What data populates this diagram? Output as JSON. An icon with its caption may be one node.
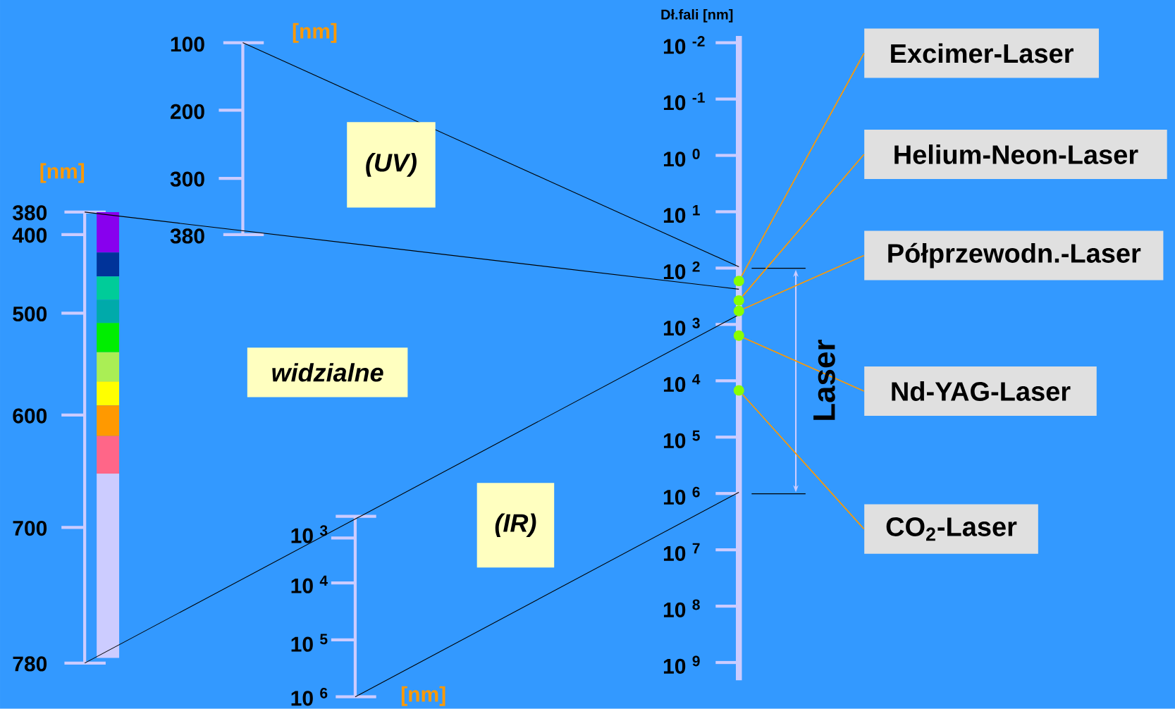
{
  "diagram": {
    "nodes": [
      {
        "text": [
          "(UV)"
        ]
      },
      {
        "text": [
          "widzialne"
        ]
      },
      {
        "text": [
          "(IR)"
        ]
      },
      {
        "text": [
          "Excimer-Laser"
        ]
      },
      {
        "text": [
          "Helium-Neon-Laser"
        ]
      },
      {
        "text": [
          "Półprzewodn.-Laser"
        ]
      },
      {
        "text": [
          "Nd-YAG-Laser"
        ]
      },
      {
        "text": [
          "CO$_{2}$-Laser"
        ]
      },
      {
        "text": [],
        "shape": "circle"
      },
      {
        "text": [],
        "shape": "circle"
      },
      {
        "text": [],
        "shape": "circle"
      },
      {
        "text": [],
        "shape": "circle"
      },
      {
        "text": [],
        "shape": "circle"
      }
    ],
    "edges": [
      {
        "from": 3,
        "to": 8,
        "arrow": "none"
      },
      {
        "from": 4,
        "to": 9,
        "arrow": "none"
      },
      {
        "from": 5,
        "to": 10,
        "arrow": "none"
      },
      {
        "from": 6,
        "to": 11,
        "arrow": "none"
      },
      {
        "from": 7,
        "to": 12,
        "arrow": "none"
      }
    ],
    "labels": [
      "Dł.fali [nm]",
      "[nm]",
      "100",
      "200",
      "300",
      "380",
      "10 $^{-2}$",
      "10 $^{-1}$",
      "10 $^{0}$",
      "10 $^{1}$",
      "10 $^{2}$",
      "10 $^{3}$",
      "10 $^{4}$",
      "10 $^{5}$",
      "10 $^{6}$",
      "10 $^{7}$",
      "10 $^{8}$",
      "10 $^{9}$",
      "[nm]",
      "380",
      "400",
      "500",
      "600",
      "700",
      "780",
      "10 $^{3}$",
      "10 $^{4}$",
      "10 $^{5}$",
      "10 $^{6}$",
      "[nm]",
      "Laser"
    ]
  }
}
